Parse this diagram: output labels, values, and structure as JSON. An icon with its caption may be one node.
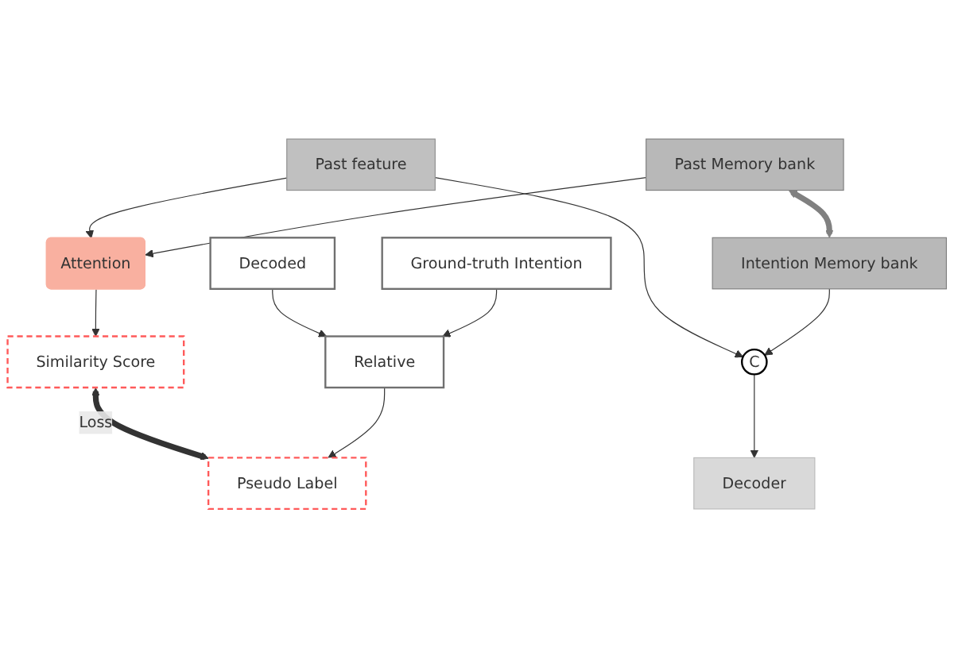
{
  "diagram": {
    "nodes": [
      {
        "text": [
          "Past feature"
        ]
      },
      {
        "text": [
          "Attention"
        ]
      },
      {
        "text": [
          "Past Memory bank"
        ]
      },
      {
        "text": [
          "Intention Memory bank"
        ]
      },
      {
        "text": [
          "C"
        ]
      },
      {
        "text": [
          "Decoder"
        ]
      },
      {
        "text": [
          "Similarity Score"
        ]
      },
      {
        "text": [
          "Pseudo Label"
        ]
      },
      {
        "text": [
          "Relative"
        ]
      },
      {
        "text": [
          "Ground-truth Intention"
        ]
      },
      {
        "text": [
          "Decoded"
        ]
      }
    ],
    "edges": [
      {
        "from": 0,
        "to": 1,
        "arrow": "to"
      },
      {
        "from": 0,
        "to": 4,
        "arrow": "to"
      },
      {
        "from": 2,
        "to": 1,
        "arrow": "to"
      },
      {
        "from": 2,
        "to": 3,
        "arrow": "both",
        "style": "thick",
        "color": "#808080"
      },
      {
        "from": 3,
        "to": 4,
        "arrow": "to"
      },
      {
        "from": 4,
        "to": 5,
        "arrow": "to"
      },
      {
        "from": 1,
        "to": 6,
        "arrow": "to"
      },
      {
        "from": 6,
        "to": 7,
        "arrow": "both",
        "label": "Loss",
        "style": "thick"
      },
      {
        "from": 10,
        "to": 8,
        "arrow": "to"
      },
      {
        "from": 9,
        "to": 8,
        "arrow": "to"
      },
      {
        "from": 8,
        "to": 7,
        "arrow": "to"
      }
    ]
  }
}
